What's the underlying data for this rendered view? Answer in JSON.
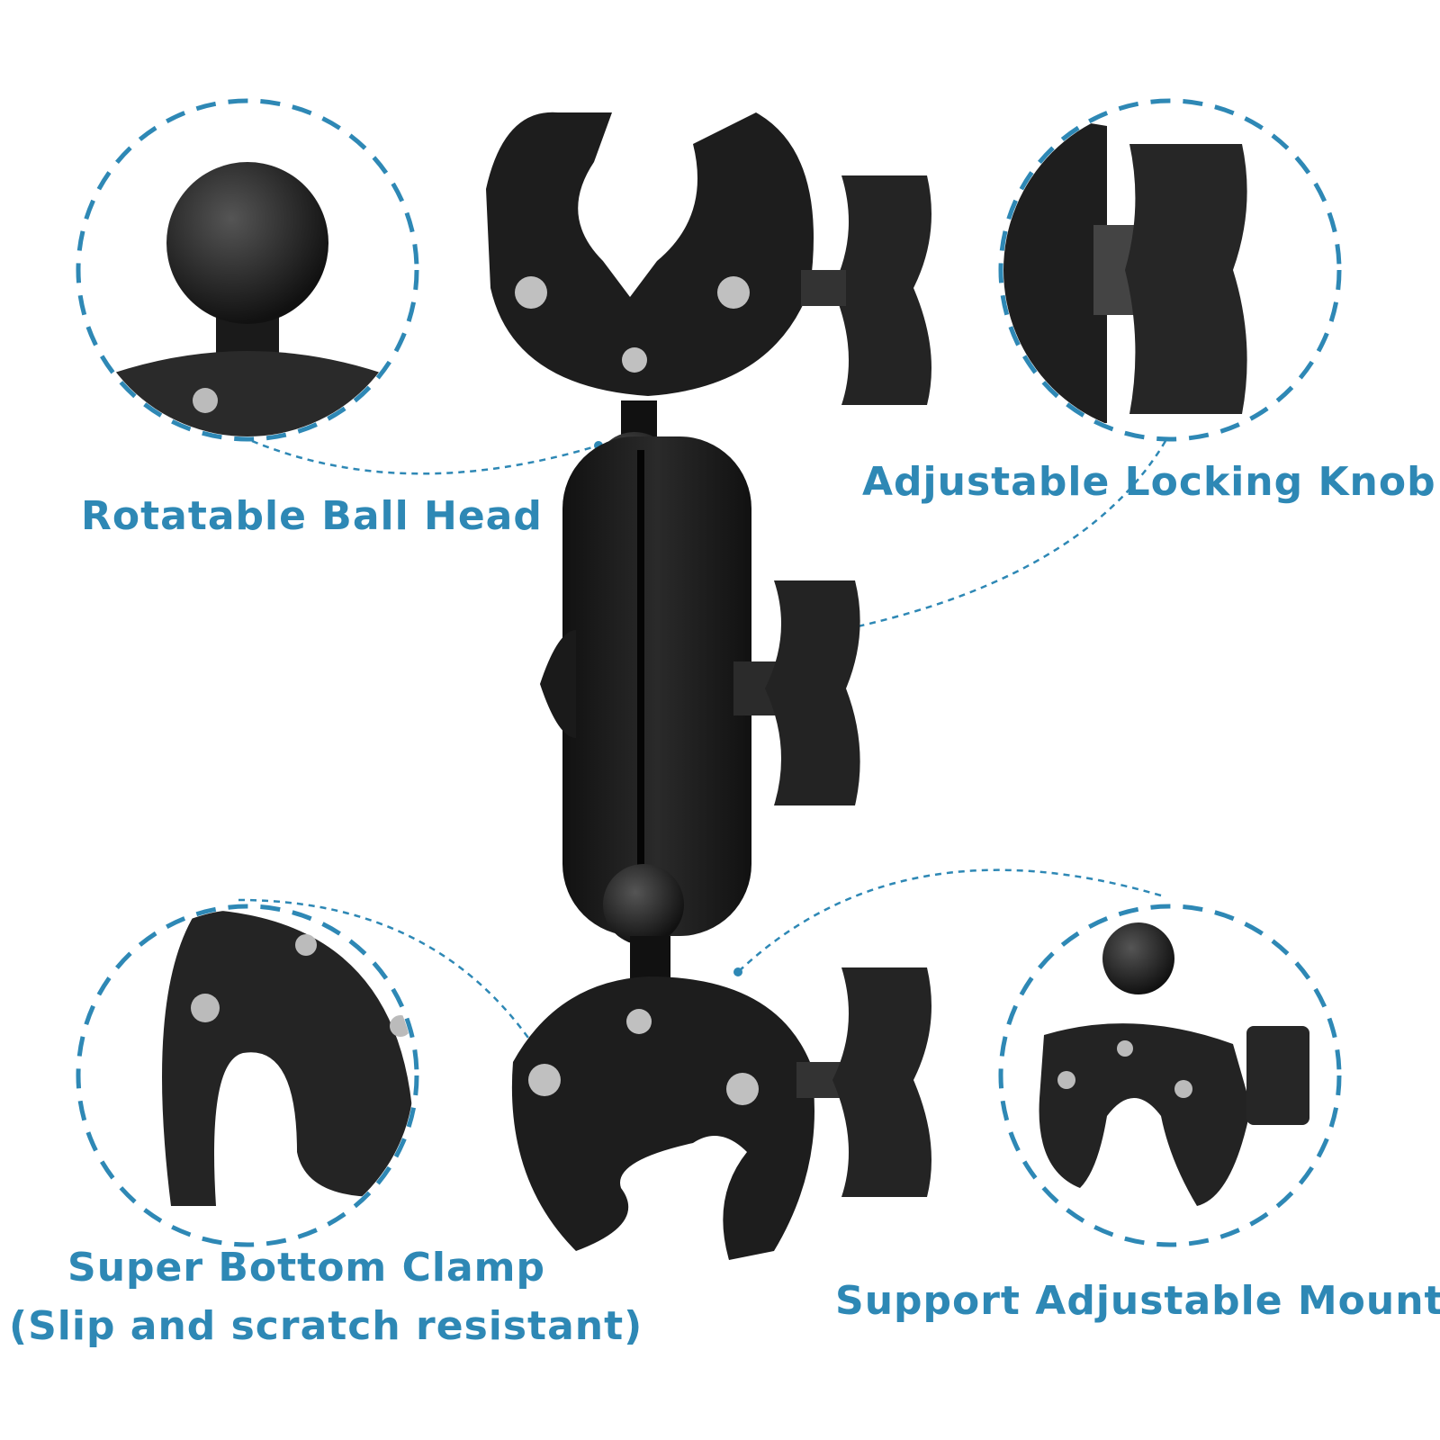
{
  "accent_color": "#2e88b5",
  "product_color": "#1c1c1c",
  "callouts": [
    {
      "id": "ball-head",
      "label": "Rotatable Ball Head"
    },
    {
      "id": "locking-knob",
      "label": "Adjustable Locking Knob"
    },
    {
      "id": "bottom-clamp",
      "label": "Super Bottom Clamp",
      "sublabel": "(Slip and scratch resistant)"
    },
    {
      "id": "adjustable-mount",
      "label": "Support Adjustable Mount"
    }
  ]
}
